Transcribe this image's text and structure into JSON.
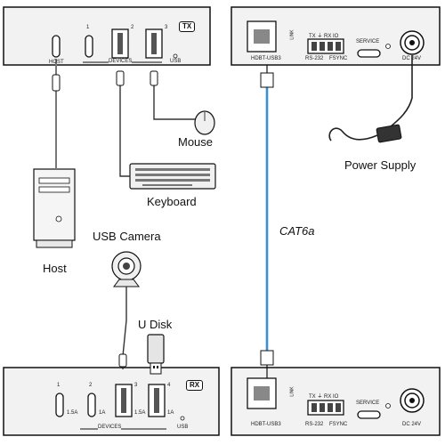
{
  "tx": {
    "badge": "TX",
    "ports": {
      "port1": "1",
      "port2": "2",
      "port3": "3"
    },
    "labels": {
      "host": "HOST",
      "devices": "DEVICES",
      "usb": "USB"
    },
    "remote": {
      "hdbt": "HDBT-USB3",
      "link": "LINK",
      "serial_top": "TX ⏚ RX IO",
      "rs232": "RS-232",
      "fsync": "FSYNC",
      "service": "SERVICE",
      "dc": "DC 24V"
    }
  },
  "rx": {
    "badge": "RX",
    "ports": {
      "port1": "1",
      "port2": "2",
      "port3": "3",
      "port4": "4"
    },
    "currents": {
      "c1": "1.5A",
      "c2": "1A",
      "c3": "1.5A",
      "c4": "1A"
    },
    "labels": {
      "devices": "DEVICES",
      "usb": "USB"
    },
    "remote": {
      "hdbt": "HDBT-USB3",
      "link": "LINK",
      "serial_top": "TX ⏚ RX IO",
      "rs232": "RS-232",
      "fsync": "FSYNC",
      "service": "SERVICE",
      "dc": "DC 24V"
    }
  },
  "devices": {
    "mouse": "Mouse",
    "keyboard": "Keyboard",
    "host": "Host",
    "camera": "USB Camera",
    "udisk": "U Disk",
    "power": "Power Supply"
  },
  "cable": {
    "label": "CAT6a",
    "color": "#3a8fd1"
  }
}
